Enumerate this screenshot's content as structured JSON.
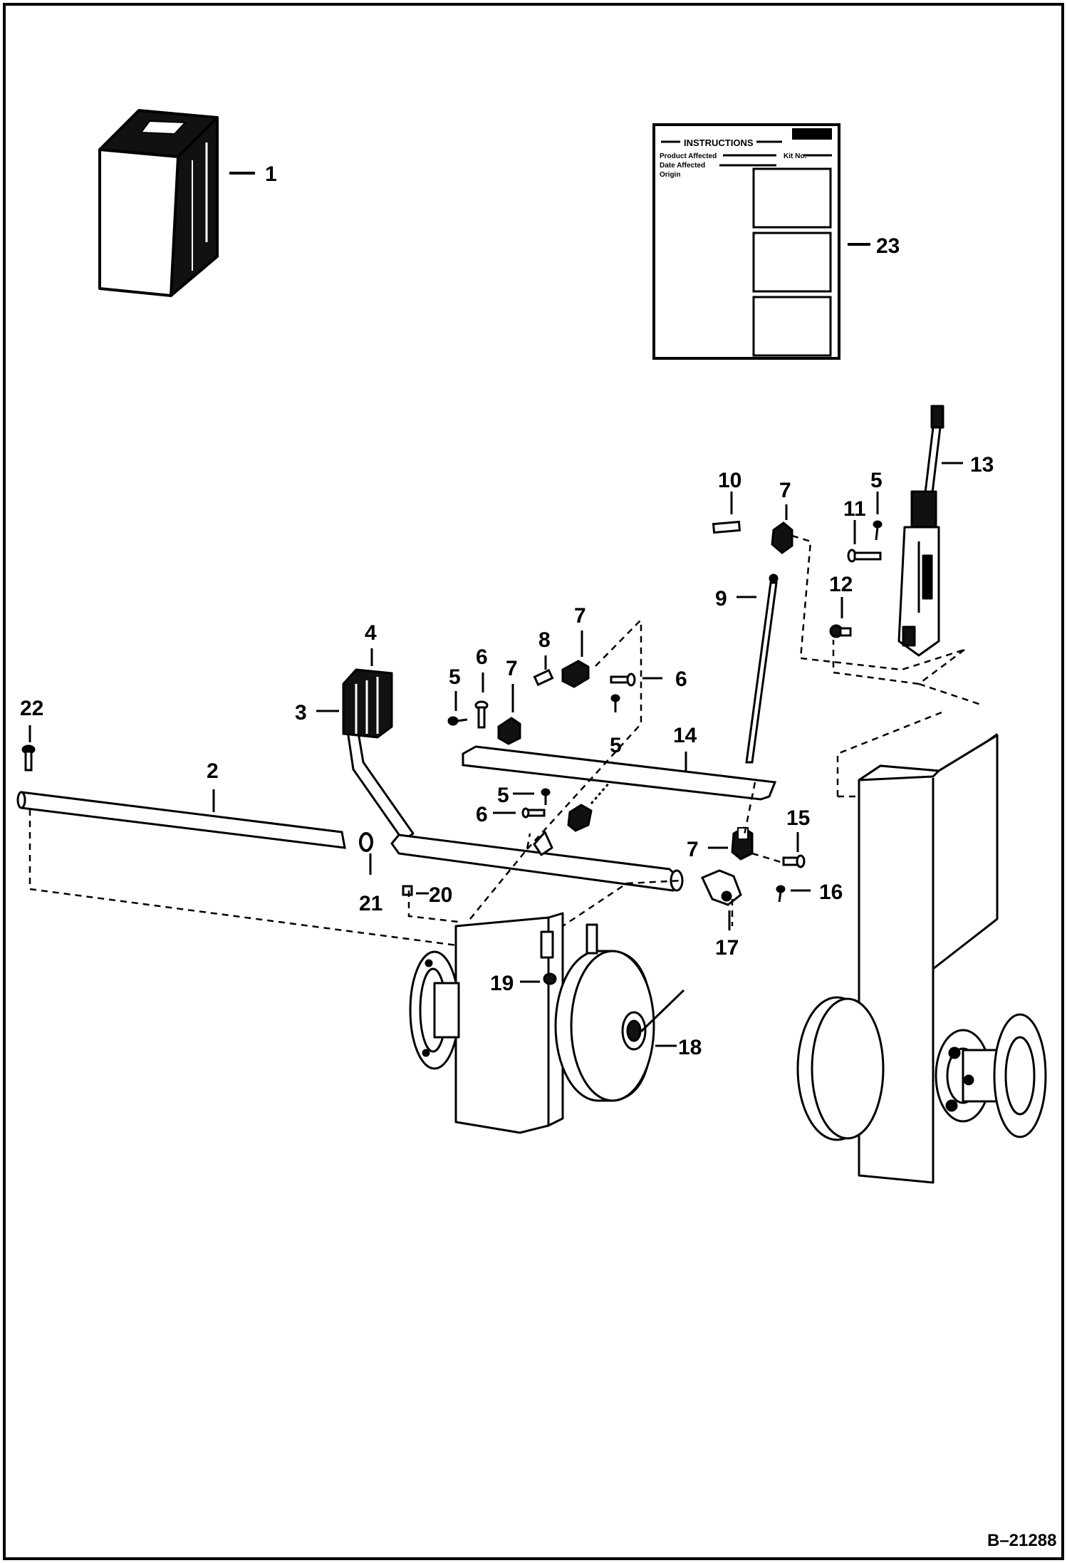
{
  "figure_number": "B–21288",
  "instruction_sheet": {
    "heading": "INSTRUCTIONS",
    "line_1": "Product Affected",
    "line_2": "Date Affected",
    "line_3": "Origin",
    "line_4": "Kit No."
  },
  "callouts": {
    "c1": "1",
    "c2": "2",
    "c3": "3",
    "c4": "4",
    "c5a": "5",
    "c5b": "5",
    "c5c": "5",
    "c5d": "5",
    "c6a": "6",
    "c6b": "6",
    "c6c": "6",
    "c7a": "7",
    "c7b": "7",
    "c7c": "7",
    "c7d": "7",
    "c8": "8",
    "c9": "9",
    "c10": "10",
    "c11": "11",
    "c12": "12",
    "c13": "13",
    "c14": "14",
    "c15": "15",
    "c16": "16",
    "c17": "17",
    "c18": "18",
    "c19": "19",
    "c20": "20",
    "c21": "21",
    "c22": "22",
    "c23": "23"
  }
}
